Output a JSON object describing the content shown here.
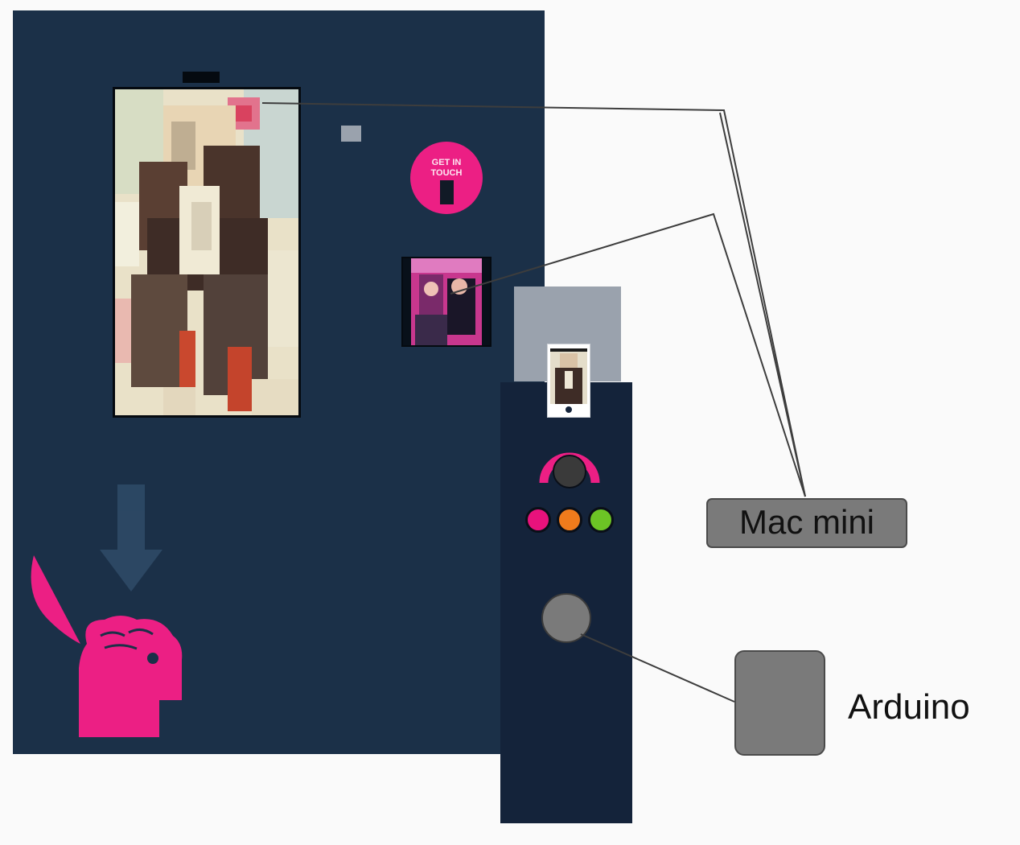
{
  "components": {
    "touch_badge": {
      "text_line1": "GET IN",
      "text_line2": "TOUCH"
    },
    "mac_mini": {
      "label": "Mac mini"
    },
    "arduino": {
      "label": "Arduino"
    }
  },
  "leds": [
    {
      "name": "led-pink",
      "color": "#e8127c"
    },
    {
      "name": "led-orange",
      "color": "#f07b1c"
    },
    {
      "name": "led-green",
      "color": "#6cc425"
    }
  ],
  "colors": {
    "wall": "#1b3048",
    "kiosk": "#14233a",
    "accent": "#ec1f84",
    "node": "#7a7a7a",
    "wire": "#3d3d3d"
  },
  "icons": [
    "open-head-brain-icon",
    "down-arrow-icon",
    "dial-knob-icon",
    "arcade-button-icon"
  ]
}
